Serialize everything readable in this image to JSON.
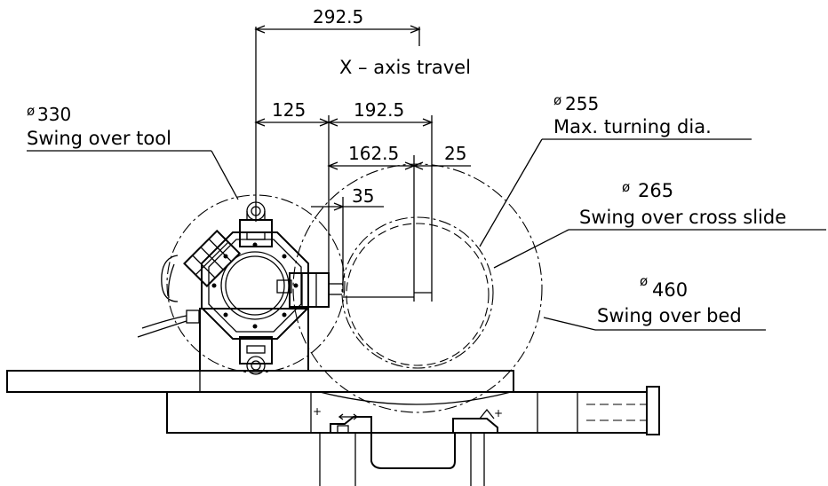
{
  "dimensions": {
    "d292_5": "292.5",
    "d125": "125",
    "d192_5": "192.5",
    "d162_5": "162.5",
    "d25": "25",
    "d35": "35"
  },
  "x_axis_label": "X – axis travel",
  "callouts": {
    "tool": {
      "symbol": "ø",
      "value": "330",
      "caption": "Swing over tool"
    },
    "max_turning": {
      "symbol": "ø",
      "value": "255",
      "caption": "Max. turning dia."
    },
    "cross_slide": {
      "symbol": "ø",
      "value": "265",
      "caption": "Swing over cross slide"
    },
    "bed": {
      "symbol": "ø",
      "value": "460",
      "caption": "Swing over bed"
    }
  }
}
